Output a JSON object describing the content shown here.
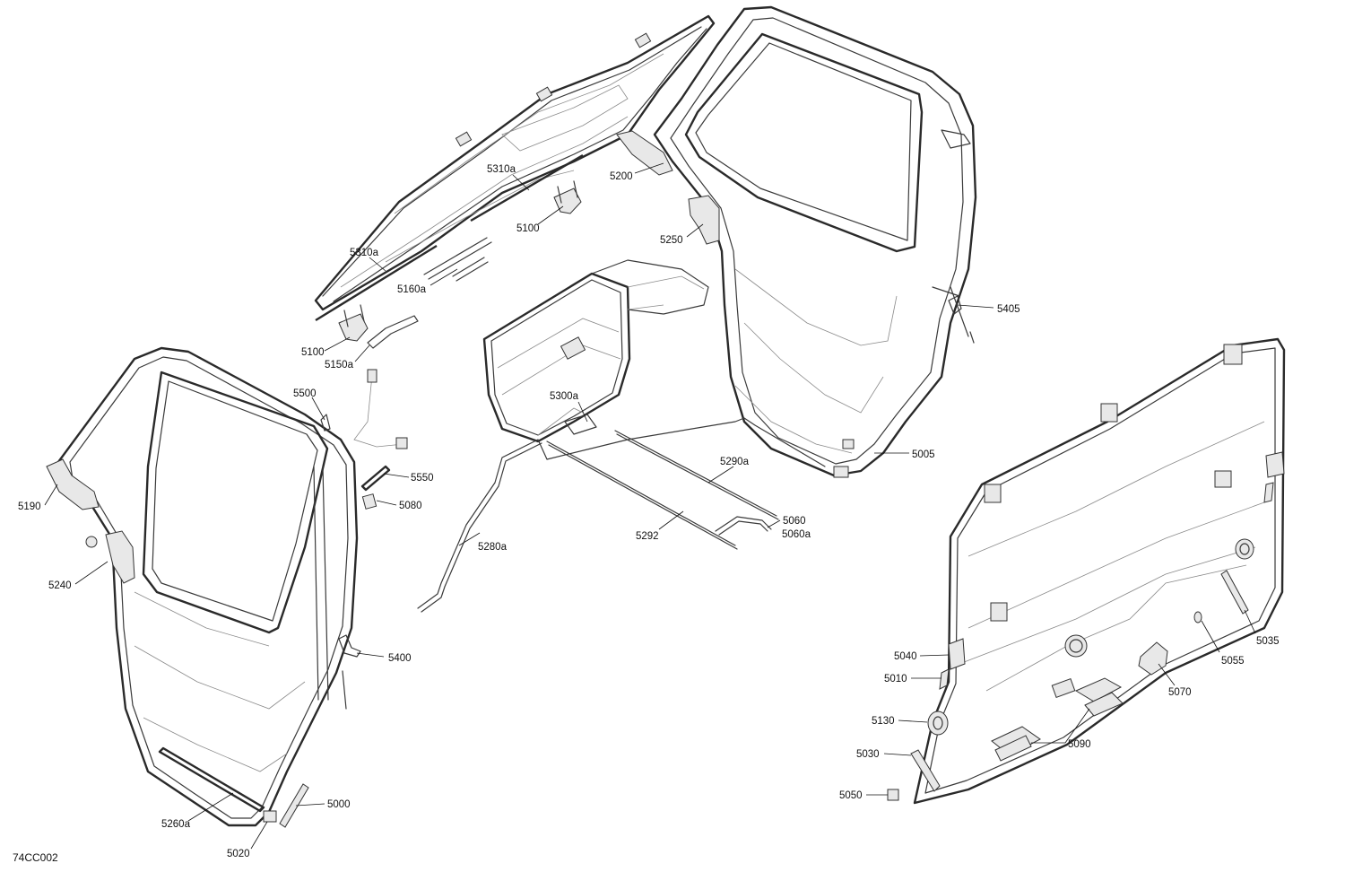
{
  "reference_code": "74CC002",
  "callouts": {
    "c5310a_top": "5310a",
    "c5310a_left": "5310a",
    "c5100_top": "5100",
    "c5100_left": "5100",
    "c5160a": "5160a",
    "c5150a": "5150a",
    "c5200": "5200",
    "c5250": "5250",
    "c5405": "5405",
    "c5300a": "5300a",
    "c5005": "5005",
    "c5290a": "5290a",
    "c5292": "5292",
    "c5060": "5060",
    "c5060a": "5060a",
    "c5280a": "5280a",
    "c5500": "5500",
    "c5550": "5550",
    "c5080": "5080",
    "c5190": "5190",
    "c5240": "5240",
    "c5400": "5400",
    "c5260a": "5260a",
    "c5000": "5000",
    "c5020": "5020",
    "c5040": "5040",
    "c5010": "5010",
    "c5130": "5130",
    "c5030": "5030",
    "c5050": "5050",
    "c5090": "5090",
    "c5070": "5070",
    "c5055": "5055",
    "c5035": "5035"
  }
}
